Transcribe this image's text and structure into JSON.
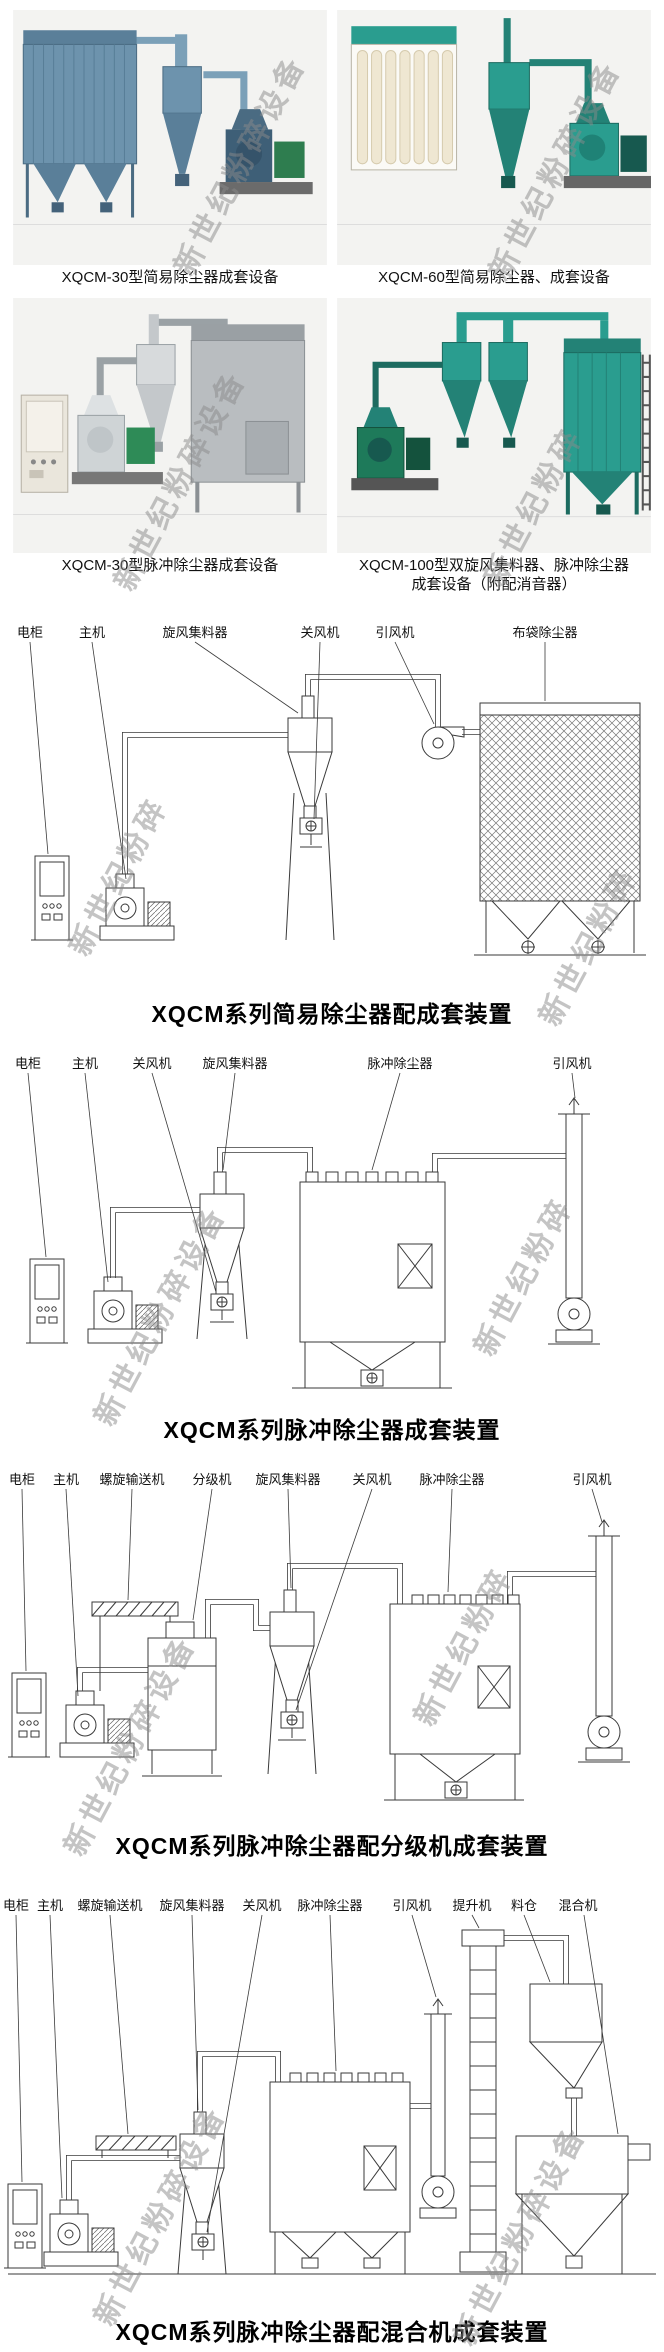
{
  "watermark": {
    "short": "新世纪粉碎",
    "long": "新世纪粉碎设备",
    "color": "#8a8a8a"
  },
  "photos": [
    {
      "caption": "XQCM-30型简易除尘器成套设备"
    },
    {
      "caption": "XQCM-60型简易除尘器、成套设备"
    },
    {
      "caption": "XQCM-30型脉冲除尘器成套设备"
    },
    {
      "caption_line1": "XQCM-100型双旋风集料器、脉冲除尘器",
      "caption_line2": "成套设备（附配消音器）"
    }
  ],
  "diagrams": [
    {
      "caption": "XQCM系列简易除尘器配成套装置",
      "labels": [
        "电柜",
        "主机",
        "旋风集料器",
        "关风机",
        "引风机",
        "布袋除尘器"
      ]
    },
    {
      "caption": "XQCM系列脉冲除尘器成套装置",
      "labels": [
        "电柜",
        "主机",
        "关风机",
        "旋风集料器",
        "脉冲除尘器",
        "引风机"
      ]
    },
    {
      "caption": "XQCM系列脉冲除尘器配分级机成套装置",
      "labels": [
        "电柜",
        "主机",
        "螺旋输送机",
        "分级机",
        "旋风集料器",
        "关风机",
        "脉冲除尘器",
        "引风机"
      ]
    },
    {
      "caption": "XQCM系列脉冲除尘器配混合机成套装置",
      "labels": [
        "电柜",
        "主机",
        "螺旋输送机",
        "旋风集料器",
        "关风机",
        "脉冲除尘器",
        "引风机",
        "提升机",
        "料仓",
        "混合机"
      ]
    }
  ]
}
